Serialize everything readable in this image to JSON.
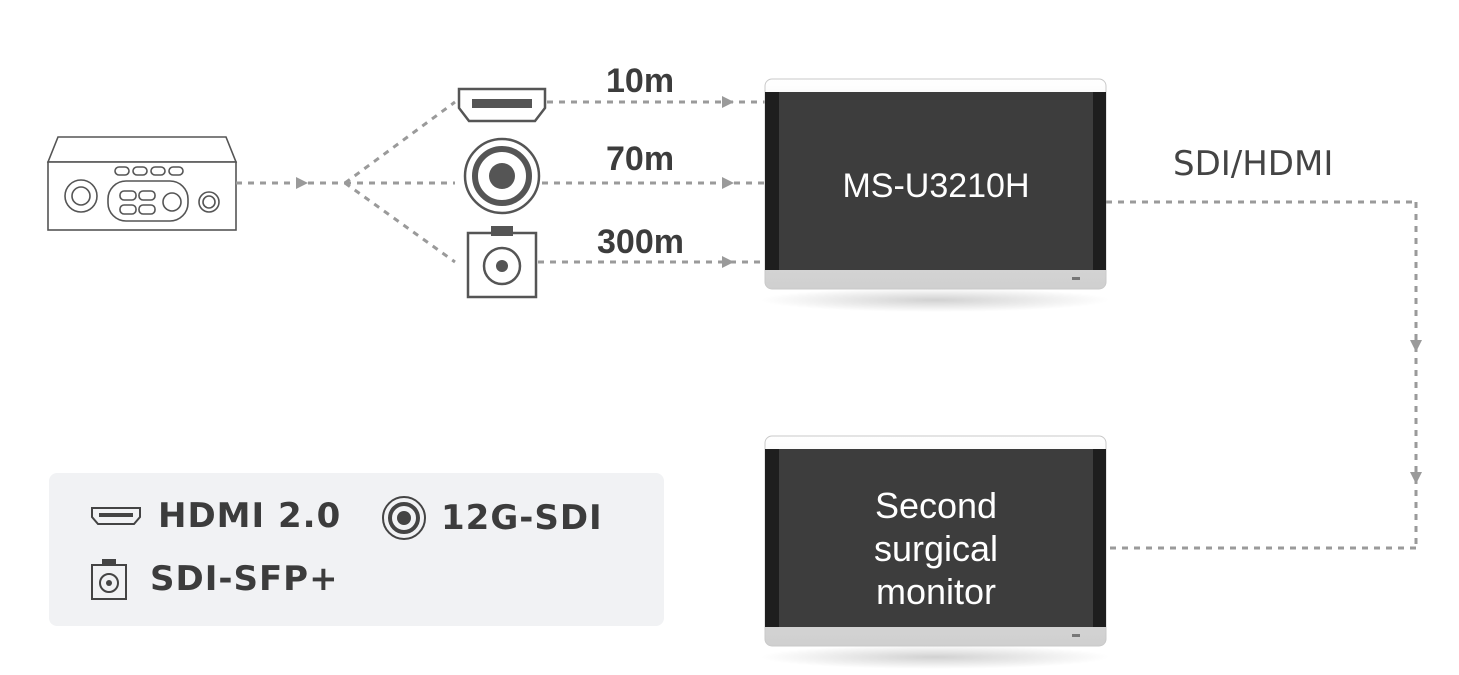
{
  "distances": {
    "hdmi": "10m",
    "sdi": "70m",
    "sfp": "300m"
  },
  "monitors": {
    "primary": {
      "label": "MS-U3210H"
    },
    "secondary": {
      "line1": "Second",
      "line2": "surgical",
      "line3": "monitor"
    }
  },
  "link_label": "SDI/HDMI",
  "legend": {
    "items": [
      {
        "icon": "hdmi-connector-icon",
        "label": "HDMI 2.0"
      },
      {
        "icon": "sdi-connector-icon",
        "label": "12G-SDI"
      },
      {
        "icon": "sfp-connector-icon",
        "label": "SDI-SFP+"
      }
    ]
  },
  "colors": {
    "line": "#9a9a9a",
    "screen": "#3d3d3d",
    "legend_bg": "#f1f2f4",
    "text": "#3c3c3c"
  }
}
